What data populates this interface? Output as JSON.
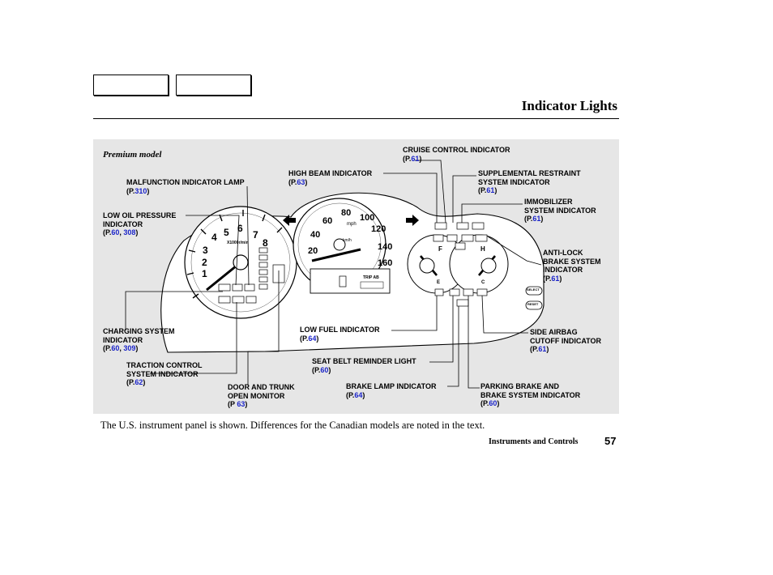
{
  "header": {
    "title": "Indicator Lights"
  },
  "figure": {
    "model_label": "Premium model",
    "callouts": {
      "cruise": {
        "lines": [
          "CRUISE CONTROL INDICATOR"
        ],
        "pages": [
          "61"
        ]
      },
      "highbeam": {
        "lines": [
          "HIGH BEAM INDICATOR"
        ],
        "pages": [
          "63"
        ]
      },
      "srs": {
        "lines": [
          "SUPPLEMENTAL RESTRAINT",
          "SYSTEM INDICATOR"
        ],
        "pages": [
          "61"
        ]
      },
      "malfunction": {
        "lines": [
          "MALFUNCTION INDICATOR LAMP"
        ],
        "pages": [
          "310"
        ]
      },
      "immobilizer": {
        "lines": [
          "IMMOBILIZER",
          "SYSTEM INDICATOR"
        ],
        "pages": [
          "61"
        ]
      },
      "oil": {
        "lines": [
          "LOW OIL PRESSURE",
          "INDICATOR"
        ],
        "pages": [
          "60",
          "308"
        ]
      },
      "abs": {
        "lines": [
          "ANTI-LOCK",
          "BRAKE SYSTEM",
          "INDICATOR"
        ],
        "pages": [
          "61"
        ]
      },
      "charging": {
        "lines": [
          "CHARGING SYSTEM",
          "INDICATOR"
        ],
        "pages": [
          "60",
          "309"
        ]
      },
      "lowfuel": {
        "lines": [
          "LOW FUEL INDICATOR"
        ],
        "pages": [
          "64"
        ]
      },
      "sideairbag": {
        "lines": [
          "SIDE AIRBAG",
          "CUTOFF INDICATOR"
        ],
        "pages": [
          "61"
        ]
      },
      "traction": {
        "lines": [
          "TRACTION CONTROL",
          "SYSTEM INDICATOR"
        ],
        "pages": [
          "62"
        ]
      },
      "seatbelt": {
        "lines": [
          "SEAT BELT REMINDER LIGHT"
        ],
        "pages": [
          "60"
        ]
      },
      "door": {
        "lines": [
          "DOOR AND TRUNK",
          "OPEN MONITOR"
        ],
        "pages": [
          "63"
        ]
      },
      "brakelamp": {
        "lines": [
          "BRAKE LAMP INDICATOR"
        ],
        "pages": [
          "64"
        ]
      },
      "parking": {
        "lines": [
          "PARKING BRAKE AND",
          "BRAKE SYSTEM INDICATOR"
        ],
        "pages": [
          "60"
        ]
      }
    },
    "tach_numbers": [
      "1",
      "2",
      "3",
      "4",
      "5",
      "6",
      "7",
      "8"
    ],
    "tach_unit": "X1000r/min",
    "speedo_mph": [
      "20",
      "40",
      "60",
      "80",
      "100",
      "120",
      "140",
      "160"
    ],
    "speedo_unit_mph": "mph",
    "speedo_unit_kmh": "km/h",
    "trip_label": "TRIP AB",
    "fuel_labels": {
      "full": "F",
      "empty": "E"
    },
    "temp_labels": {
      "hot": "H",
      "cold": "C"
    },
    "button_labels": {
      "select": "SELECT",
      "reset": "RESET"
    }
  },
  "caption": "The U.S. instrument panel is shown. Differences for the Canadian models are noted in the text.",
  "footer": {
    "section": "Instruments and Controls",
    "page_number": "57"
  },
  "colors": {
    "page_ref": "#1b24c8",
    "figure_bg": "#e6e6e6"
  }
}
